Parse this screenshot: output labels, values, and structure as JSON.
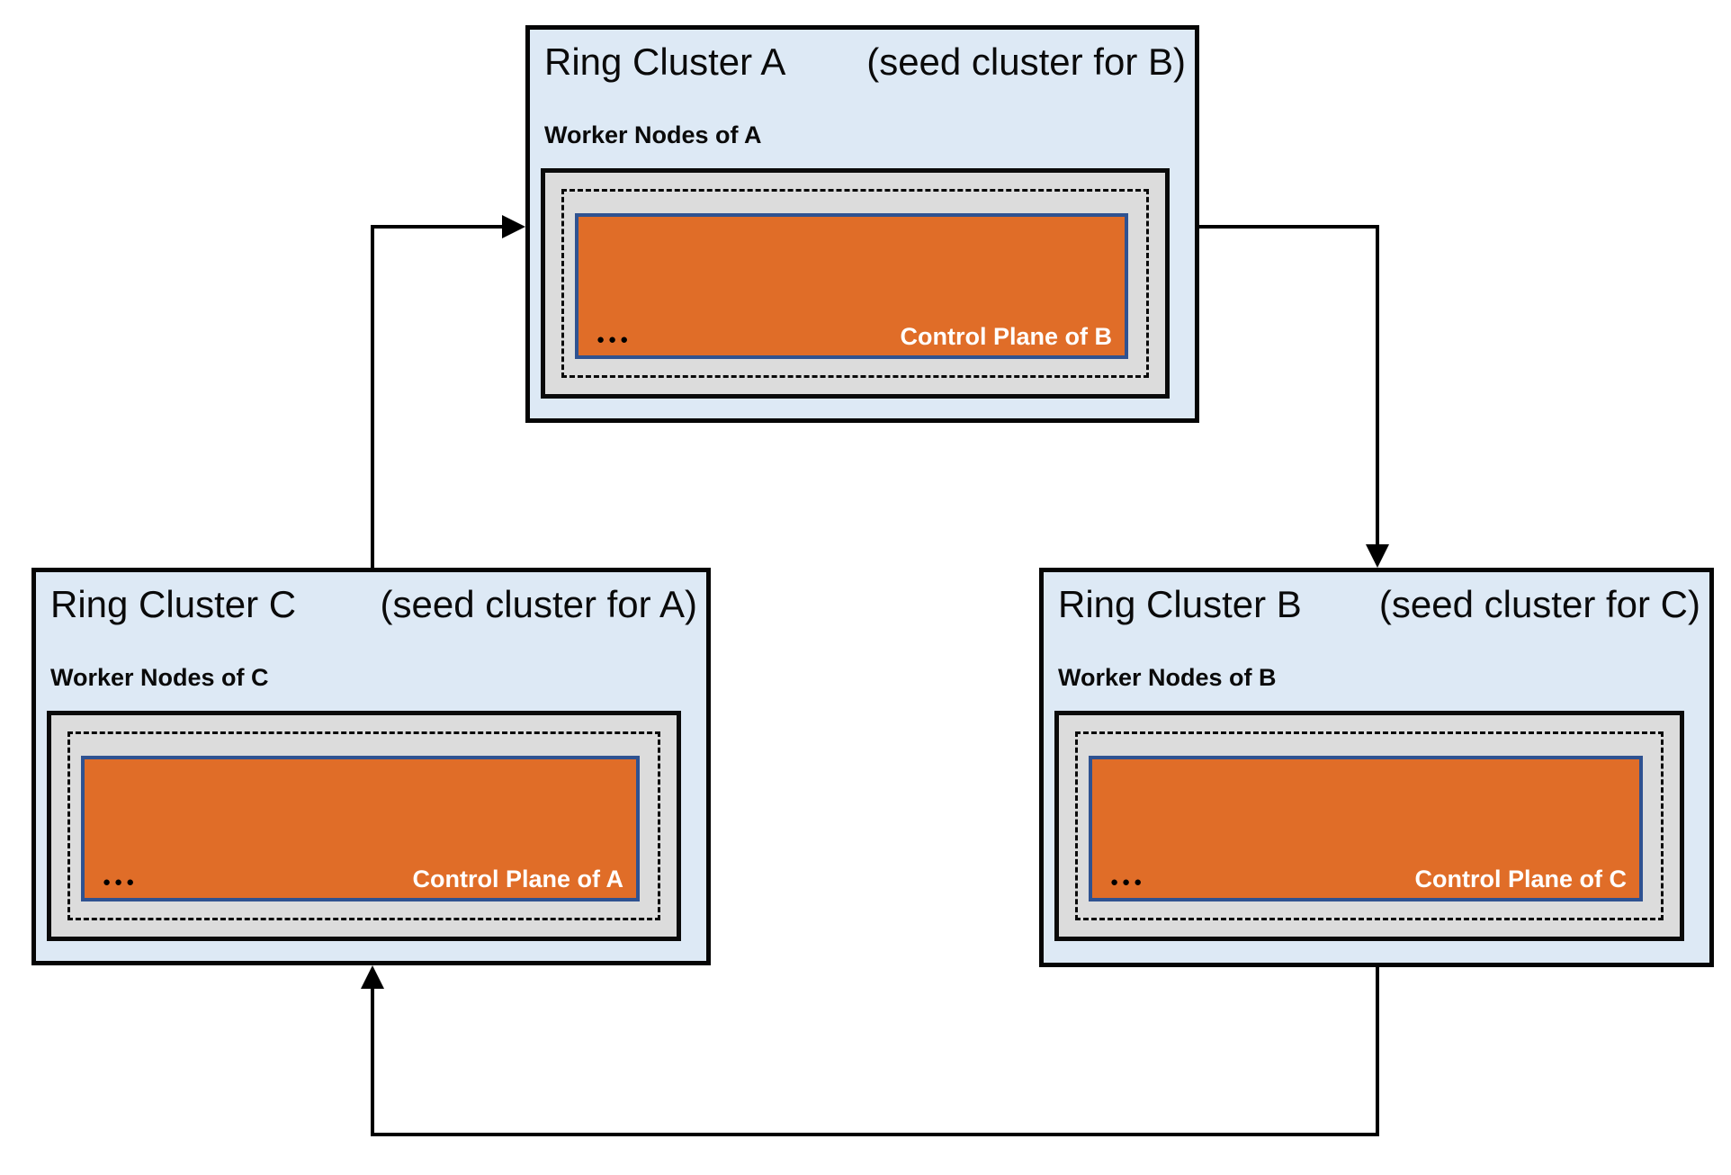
{
  "diagram": {
    "clusters": {
      "a": {
        "title": "Ring Cluster A",
        "seed_note": "(seed cluster for B)",
        "worker_label": "Worker Nodes of A",
        "ellipsis": "●●●",
        "control_plane_label": "Control Plane of B"
      },
      "b": {
        "title": "Ring Cluster B",
        "seed_note": "(seed cluster for C)",
        "worker_label": "Worker Nodes of B",
        "ellipsis": "●●●",
        "control_plane_label": "Control Plane of C"
      },
      "c": {
        "title": "Ring Cluster C",
        "seed_note": "(seed cluster for A)",
        "worker_label": "Worker Nodes of C",
        "ellipsis": "●●●",
        "control_plane_label": "Control Plane of A"
      }
    },
    "edges": [
      {
        "from": "Ring Cluster C",
        "to": "Ring Cluster A"
      },
      {
        "from": "Ring Cluster A",
        "to": "Ring Cluster B"
      },
      {
        "from": "Ring Cluster B",
        "to": "Ring Cluster C"
      }
    ],
    "colors": {
      "cluster_fill": "#dde9f5",
      "worker_box_fill": "#dcdcdc",
      "control_plane_fill": "#e06d28",
      "control_plane_border": "#2f5291",
      "line_color": "#000000"
    }
  }
}
